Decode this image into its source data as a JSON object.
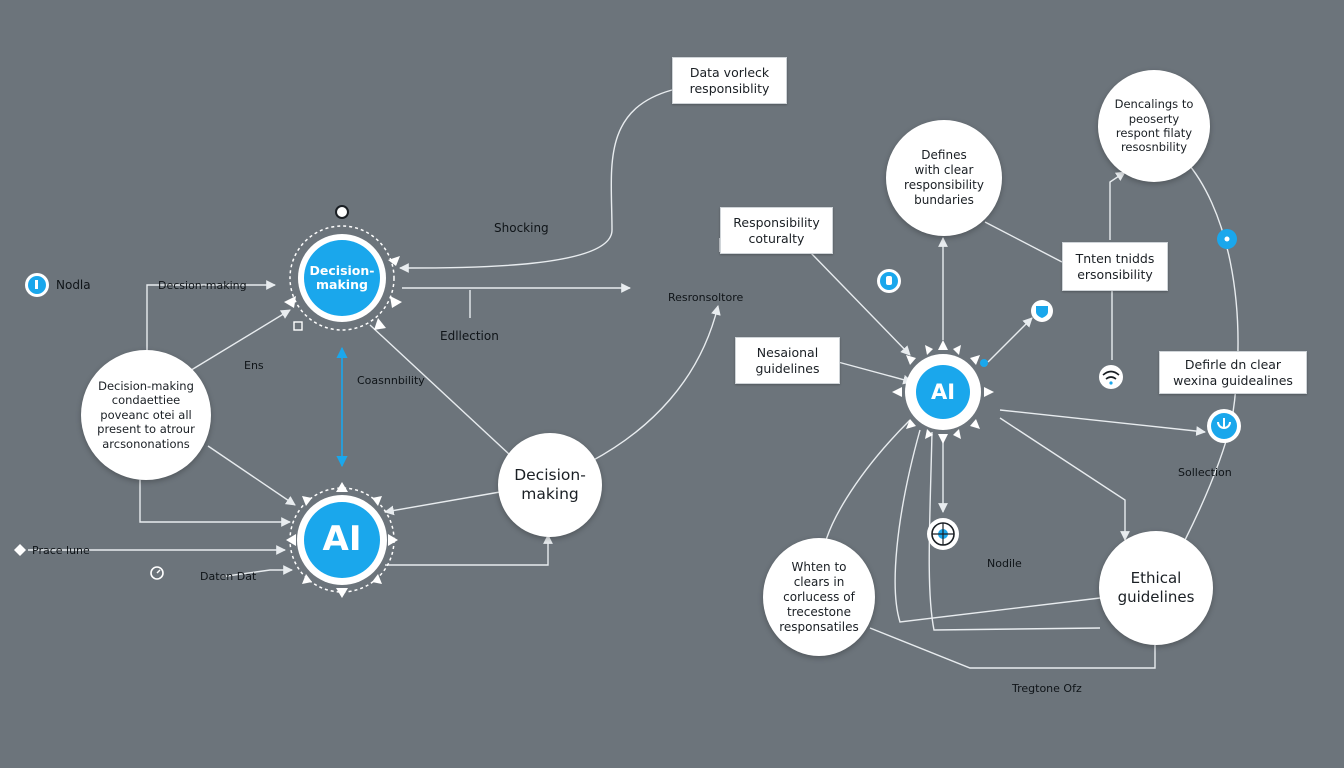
{
  "colors": {
    "background": "#6c747b",
    "line": "#e8ecef",
    "accent_blue": "#1aa7ec",
    "node_fill": "#ffffff"
  },
  "hubs": {
    "decision_hub": "Decision-\nmaking",
    "ai_left": "AI",
    "ai_right": "AI"
  },
  "nodes": {
    "decision_making_circle": "Decision-making\ncondaettiee\npoveanc otei all\npresent to atrour\narcsononations",
    "decision_making_right": "Decision-\nmaking",
    "defines_circle": "Defines\nwith clear\nresponsibility\nbundaries",
    "dencalings_circle": "Dencalings to\npeoserty\nrespont filaty\nresosnbility",
    "whten_circle": "Whten to\nclears in\ncorlucess of\ntrecestone\nresponsatiles",
    "ethical_circle": "Ethical\nguidelines"
  },
  "boxes": {
    "data_responsibility": "Data vorleck\nresponsiblity",
    "responsibility_coturalty": "Responsibility\ncoturalty",
    "nesaional_guidelines": "Nesaional\nguidelines",
    "tnten_tnidds": "Tnten tnidds\nersonsibility",
    "define_clear": "Defirle dn clear\nwexina guidealines"
  },
  "labels": {
    "nodla": "Nodla",
    "decision_making_small": "Decsion-making",
    "ens": "Ens",
    "shocking": "Shocking",
    "edllection": "Edllection",
    "coasnnbility": "Coasnnbility",
    "responsoltore": "Resronsoltore",
    "prace_lune": "Prace lune",
    "daten_dat": "Daten Dat",
    "nodile": "Nodile",
    "sollection": "Sollection",
    "tregtone_ofz": "Tregtone Ofz"
  }
}
